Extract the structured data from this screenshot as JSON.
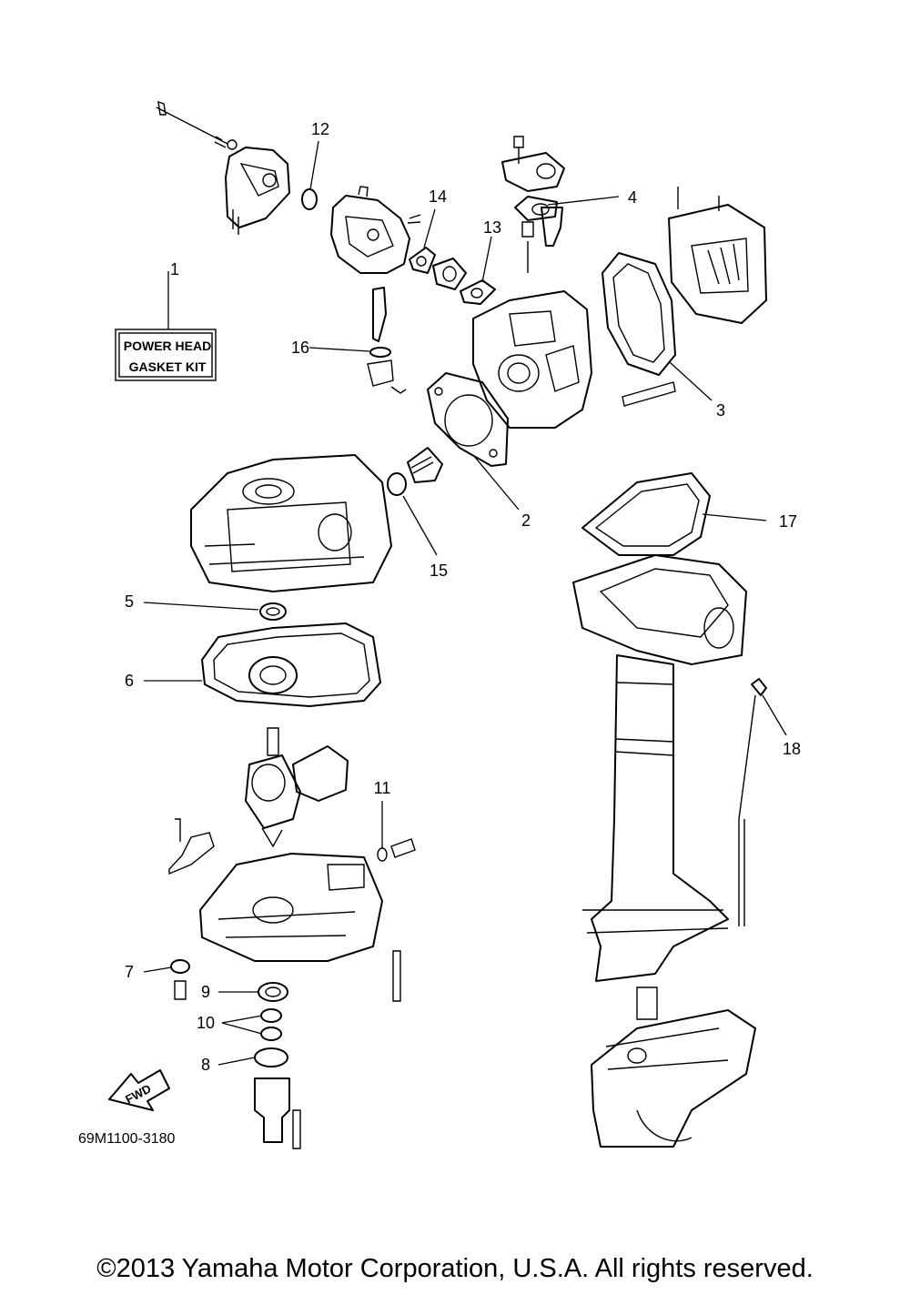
{
  "kit_label": {
    "line1": "POWER HEAD",
    "line2": "GASKET KIT"
  },
  "callouts": [
    {
      "number": "1"
    },
    {
      "number": "2"
    },
    {
      "number": "3"
    },
    {
      "number": "4"
    },
    {
      "number": "5"
    },
    {
      "number": "6"
    },
    {
      "number": "7"
    },
    {
      "number": "8"
    },
    {
      "number": "9"
    },
    {
      "number": "10"
    },
    {
      "number": "11"
    },
    {
      "number": "12"
    },
    {
      "number": "13"
    },
    {
      "number": "14"
    },
    {
      "number": "15"
    },
    {
      "number": "16"
    },
    {
      "number": "17"
    },
    {
      "number": "18"
    }
  ],
  "fwd_arrow": "FWD",
  "diagram_code": "69M1100-3180",
  "copyright": "©2013 Yamaha Motor Corporation, U.S.A. All rights reserved."
}
